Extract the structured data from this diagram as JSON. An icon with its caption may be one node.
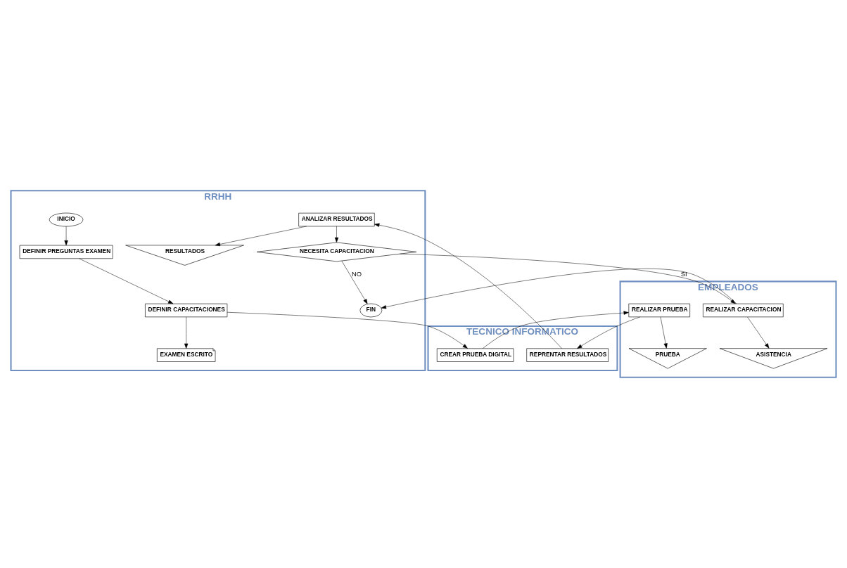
{
  "diagram": {
    "nodes": [
      {
        "text": [
          "RRHH"
        ]
      },
      {
        "text": [
          "TECNICO INFORMATICO"
        ]
      },
      {
        "text": [
          "EMPLEADOS"
        ]
      },
      {
        "text": [
          "INICIO"
        ],
        "in": 0
      },
      {
        "text": [
          "DEFINIR PREGUNTAS EXAMEN"
        ],
        "in": 0
      },
      {
        "text": [
          "DEFINIR CAPACITACIONES"
        ],
        "in": 0
      },
      {
        "text": [
          "EXAMEN ESCRITO"
        ],
        "in": 0
      },
      {
        "text": [
          "ANALIZAR RESULTADOS"
        ],
        "in": 0
      },
      {
        "text": [
          "RESULTADOS"
        ],
        "in": 0
      },
      {
        "text": [
          "NECESITA CAPACITACION"
        ],
        "in": 0
      },
      {
        "text": [
          "FIN"
        ],
        "in": 0
      },
      {
        "text": [
          "CREAR PRUEBA DIGITAL"
        ],
        "in": 1
      },
      {
        "text": [
          "REPRENTAR RESULTADOS"
        ],
        "in": 1
      },
      {
        "text": [
          "REALIZAR PRUEBA"
        ],
        "in": 2
      },
      {
        "text": [
          "PRUEBA"
        ],
        "in": 2
      },
      {
        "text": [
          "REALIZAR CAPACITACION"
        ],
        "in": 2
      },
      {
        "text": [
          "ASISTENCIA"
        ],
        "in": 2
      }
    ],
    "edges": [
      {
        "from": 3,
        "to": 4,
        "arrow": "to"
      },
      {
        "from": 4,
        "to": 5,
        "arrow": "to"
      },
      {
        "from": 5,
        "to": 6,
        "arrow": "to"
      },
      {
        "from": 5,
        "to": 11,
        "arrow": "to"
      },
      {
        "from": 11,
        "to": 13,
        "arrow": "to"
      },
      {
        "from": 13,
        "to": 14,
        "arrow": "to"
      },
      {
        "from": 13,
        "to": 12,
        "arrow": "to"
      },
      {
        "from": 12,
        "to": 7,
        "arrow": "to"
      },
      {
        "from": 7,
        "to": 8,
        "arrow": "to"
      },
      {
        "from": 7,
        "to": 9,
        "arrow": "to"
      },
      {
        "from": 9,
        "to": 15,
        "arrow": "to",
        "label": "SI"
      },
      {
        "from": 9,
        "to": 10,
        "arrow": "to",
        "label": "NO"
      },
      {
        "from": 15,
        "to": 10,
        "arrow": "to"
      },
      {
        "from": 15,
        "to": 16,
        "arrow": "to"
      }
    ]
  }
}
